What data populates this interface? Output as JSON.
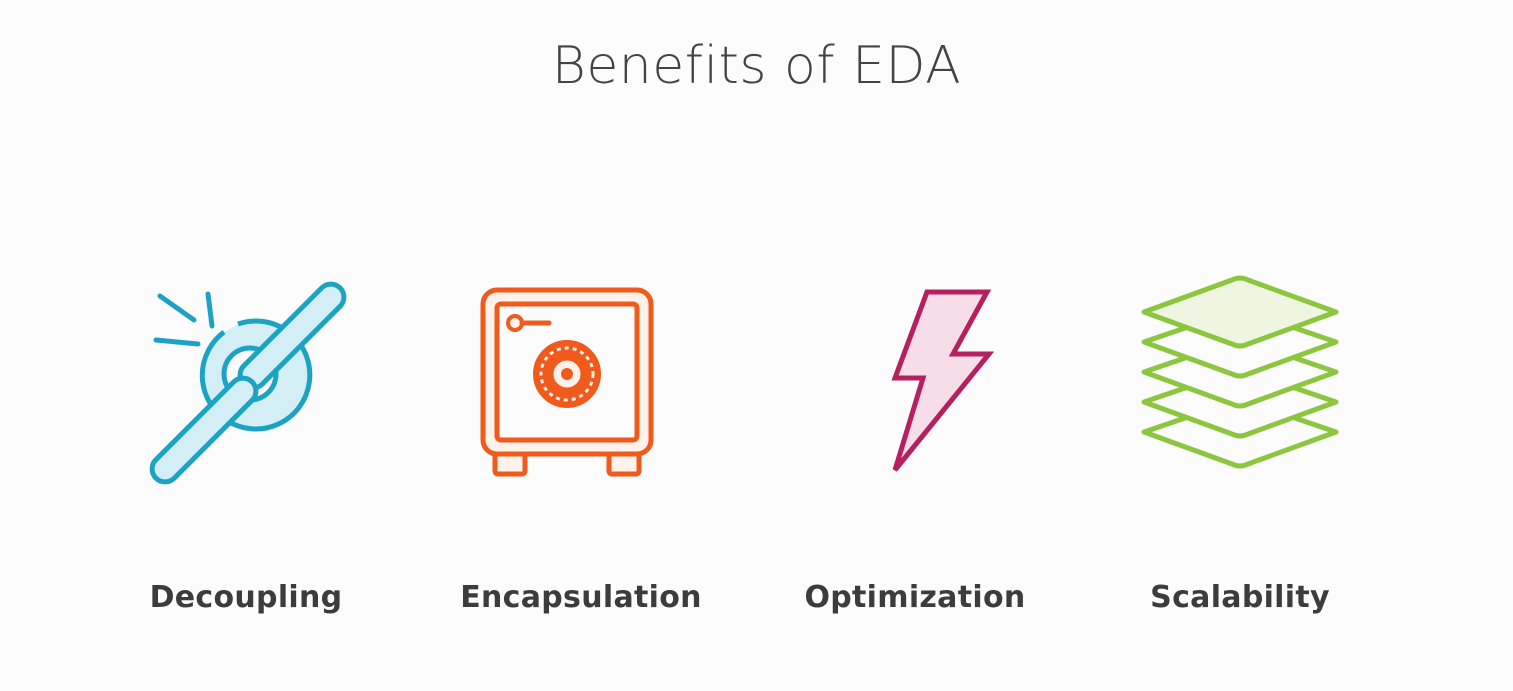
{
  "slide": {
    "title": "Benefits of EDA"
  },
  "benefits": [
    {
      "label": "Decoupling",
      "icon": "broken-chain-icon",
      "color": "#1ca3c4"
    },
    {
      "label": "Encapsulation",
      "icon": "safe-icon",
      "color": "#f05a1c"
    },
    {
      "label": "Optimization",
      "icon": "lightning-bolt-icon",
      "color": "#b5205e"
    },
    {
      "label": "Scalability",
      "icon": "layers-icon",
      "color": "#8cc63f"
    }
  ]
}
